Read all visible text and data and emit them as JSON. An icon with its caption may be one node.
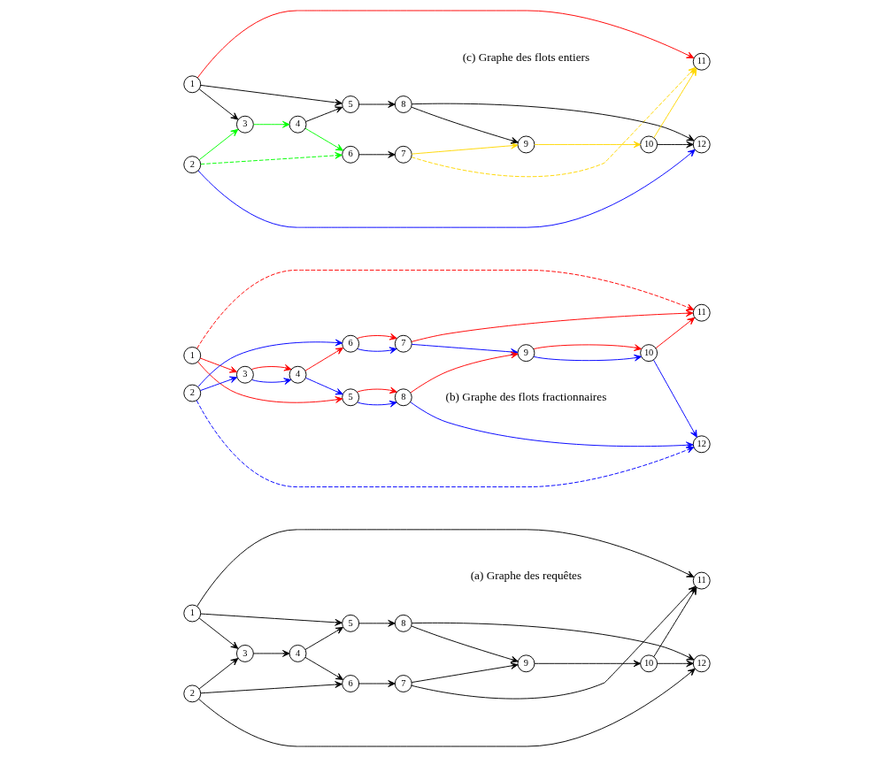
{
  "diagram": {
    "nodes": [
      {
        "text": [
          "1"
        ]
      },
      {
        "text": [
          "2"
        ]
      },
      {
        "text": [
          "3"
        ]
      },
      {
        "text": [
          "4"
        ]
      },
      {
        "text": [
          "5"
        ]
      },
      {
        "text": [
          "6"
        ]
      },
      {
        "text": [
          "7"
        ]
      },
      {
        "text": [
          "8"
        ]
      },
      {
        "text": [
          "9"
        ]
      },
      {
        "text": [
          "10"
        ]
      },
      {
        "text": [
          "11"
        ]
      },
      {
        "text": [
          "12"
        ]
      },
      {
        "text": [
          "1"
        ]
      },
      {
        "text": [
          "2"
        ]
      },
      {
        "text": [
          "3"
        ]
      },
      {
        "text": [
          "4"
        ]
      },
      {
        "text": [
          "5"
        ]
      },
      {
        "text": [
          "6"
        ]
      },
      {
        "text": [
          "7"
        ]
      },
      {
        "text": [
          "8"
        ]
      },
      {
        "text": [
          "9"
        ]
      },
      {
        "text": [
          "10"
        ]
      },
      {
        "text": [
          "11"
        ]
      },
      {
        "text": [
          "12"
        ]
      },
      {
        "text": [
          "1"
        ]
      },
      {
        "text": [
          "2"
        ]
      },
      {
        "text": [
          "3"
        ]
      },
      {
        "text": [
          "4"
        ]
      },
      {
        "text": [
          "5"
        ]
      },
      {
        "text": [
          "6"
        ]
      },
      {
        "text": [
          "7"
        ]
      },
      {
        "text": [
          "8"
        ]
      },
      {
        "text": [
          "9"
        ]
      },
      {
        "text": [
          "10"
        ]
      },
      {
        "text": [
          "11"
        ]
      },
      {
        "text": [
          "12"
        ]
      }
    ],
    "edges": [
      {
        "from": 0,
        "to": 10,
        "arrow": "to"
      },
      {
        "from": 1,
        "to": 11,
        "arrow": "to"
      },
      {
        "from": 1,
        "to": 5,
        "arrow": "to"
      },
      {
        "from": 1,
        "to": 2,
        "arrow": "to"
      },
      {
        "from": 0,
        "to": 2,
        "arrow": "to"
      },
      {
        "from": 0,
        "to": 4,
        "arrow": "to"
      },
      {
        "from": 2,
        "to": 3,
        "arrow": "to"
      },
      {
        "from": 3,
        "to": 5,
        "arrow": "to"
      },
      {
        "from": 3,
        "to": 4,
        "arrow": "to"
      },
      {
        "from": 5,
        "to": 6,
        "arrow": "to"
      },
      {
        "from": 6,
        "to": 10,
        "arrow": "to"
      },
      {
        "from": 6,
        "to": 8,
        "arrow": "to"
      },
      {
        "from": 4,
        "to": 7,
        "arrow": "to"
      },
      {
        "from": 7,
        "to": 8,
        "arrow": "to"
      },
      {
        "from": 7,
        "to": 11,
        "arrow": "to"
      },
      {
        "from": 8,
        "to": 9,
        "arrow": "to"
      },
      {
        "from": 9,
        "to": 10,
        "arrow": "to"
      },
      {
        "from": 9,
        "to": 11,
        "arrow": "to"
      },
      {
        "from": 12,
        "to": 22,
        "arrow": "to",
        "style": "dashed",
        "color": "#ff0000"
      },
      {
        "from": 13,
        "to": 23,
        "arrow": "to",
        "style": "dashed",
        "color": "#0000ff"
      },
      {
        "from": 13,
        "to": 17,
        "arrow": "to",
        "color": "#0000ff"
      },
      {
        "from": 13,
        "to": 14,
        "arrow": "to",
        "color": "#0000ff"
      },
      {
        "from": 12,
        "to": 14,
        "arrow": "to",
        "color": "#ff0000"
      },
      {
        "from": 12,
        "to": 16,
        "arrow": "to",
        "color": "#ff0000"
      },
      {
        "from": 14,
        "to": 15,
        "arrow": "to",
        "color": "#0000ff"
      },
      {
        "from": 14,
        "to": 15,
        "arrow": "to",
        "color": "#ff0000"
      },
      {
        "from": 15,
        "to": 17,
        "arrow": "to",
        "color": "#ff0000"
      },
      {
        "from": 15,
        "to": 16,
        "arrow": "to",
        "color": "#0000ff"
      },
      {
        "from": 17,
        "to": 18,
        "arrow": "to",
        "color": "#0000ff"
      },
      {
        "from": 17,
        "to": 18,
        "arrow": "to",
        "color": "#ff0000"
      },
      {
        "from": 18,
        "to": 22,
        "arrow": "to",
        "color": "#ff0000"
      },
      {
        "from": 18,
        "to": 20,
        "arrow": "to",
        "color": "#0000ff"
      },
      {
        "from": 16,
        "to": 19,
        "arrow": "to",
        "color": "#0000ff"
      },
      {
        "from": 16,
        "to": 19,
        "arrow": "to",
        "color": "#ff0000"
      },
      {
        "from": 19,
        "to": 20,
        "arrow": "to",
        "color": "#ff0000"
      },
      {
        "from": 19,
        "to": 23,
        "arrow": "to",
        "color": "#0000ff"
      },
      {
        "from": 20,
        "to": 21,
        "arrow": "to",
        "color": "#0000ff"
      },
      {
        "from": 20,
        "to": 21,
        "arrow": "to",
        "color": "#ff0000"
      },
      {
        "from": 21,
        "to": 22,
        "arrow": "to",
        "color": "#ff0000"
      },
      {
        "from": 21,
        "to": 23,
        "arrow": "to",
        "color": "#0000ff"
      },
      {
        "from": 24,
        "to": 34,
        "arrow": "to",
        "color": "#ff0000"
      },
      {
        "from": 25,
        "to": 35,
        "arrow": "to",
        "color": "#0000ff"
      },
      {
        "from": 25,
        "to": 29,
        "arrow": "to",
        "style": "dashed",
        "color": "#00ff00"
      },
      {
        "from": 25,
        "to": 26,
        "arrow": "to",
        "color": "#00ff00"
      },
      {
        "from": 24,
        "to": 26,
        "arrow": "to"
      },
      {
        "from": 24,
        "to": 28,
        "arrow": "to"
      },
      {
        "from": 26,
        "to": 27,
        "arrow": "to",
        "color": "#00ff00"
      },
      {
        "from": 27,
        "to": 29,
        "arrow": "to",
        "color": "#00ff00"
      },
      {
        "from": 27,
        "to": 28,
        "arrow": "to"
      },
      {
        "from": 29,
        "to": 30,
        "arrow": "to"
      },
      {
        "from": 30,
        "to": 34,
        "arrow": "to",
        "style": "dashed",
        "color": "#ffd700"
      },
      {
        "from": 30,
        "to": 32,
        "arrow": "to",
        "color": "#ffd700"
      },
      {
        "from": 28,
        "to": 31,
        "arrow": "to"
      },
      {
        "from": 31,
        "to": 32,
        "arrow": "to"
      },
      {
        "from": 31,
        "to": 35,
        "arrow": "to"
      },
      {
        "from": 32,
        "to": 33,
        "arrow": "to",
        "color": "#ffd700"
      },
      {
        "from": 33,
        "to": 34,
        "arrow": "to",
        "color": "#ffd700"
      },
      {
        "from": 33,
        "to": 35,
        "arrow": "to"
      }
    ],
    "labels": [
      "(a) Graphe des requêtes",
      "(b) Graphe des flots fractionnaires",
      "(c) Graphe des flots entiers"
    ]
  }
}
